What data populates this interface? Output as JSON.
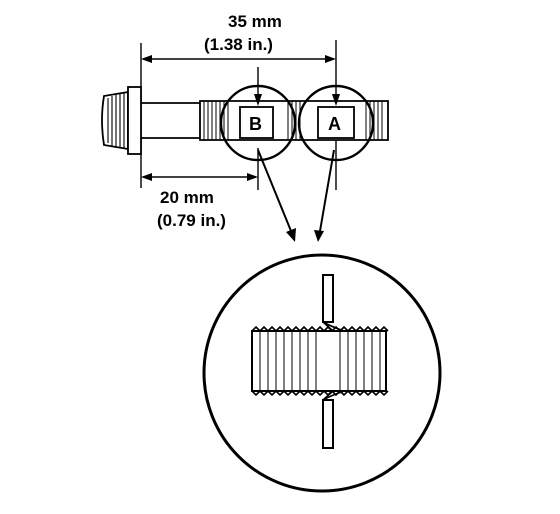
{
  "dimensions": {
    "overall": {
      "metric": "35 mm",
      "imperial": "(1.38 in.)"
    },
    "partial": {
      "metric": "20 mm",
      "imperial": "(0.79 in.)"
    }
  },
  "points": {
    "a": "A",
    "b": "B"
  },
  "colors": {
    "line": "#000000",
    "background": "#ffffff"
  }
}
